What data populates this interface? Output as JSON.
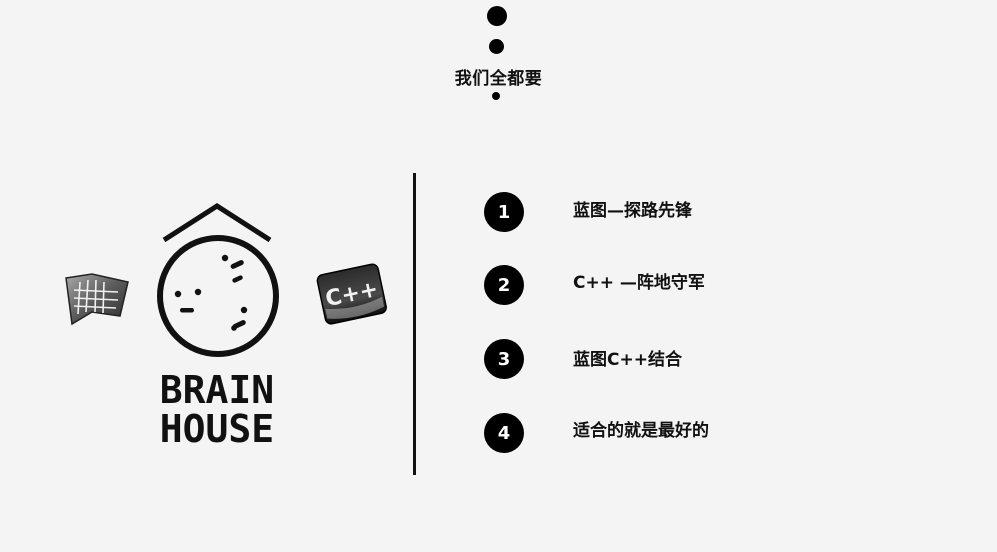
{
  "title": "我们全都要",
  "logo": {
    "line1": "BRAIN",
    "line2": "HOUSE"
  },
  "icons": {
    "left": "blueprint-map-icon",
    "right": "cpp-logo-icon"
  },
  "items": [
    {
      "number": "1",
      "label": "蓝图—探路先锋"
    },
    {
      "number": "2",
      "label": "C++ —阵地守军"
    },
    {
      "number": "3",
      "label": "蓝图C++结合"
    },
    {
      "number": "4",
      "label": "适合的就是最好的"
    }
  ]
}
